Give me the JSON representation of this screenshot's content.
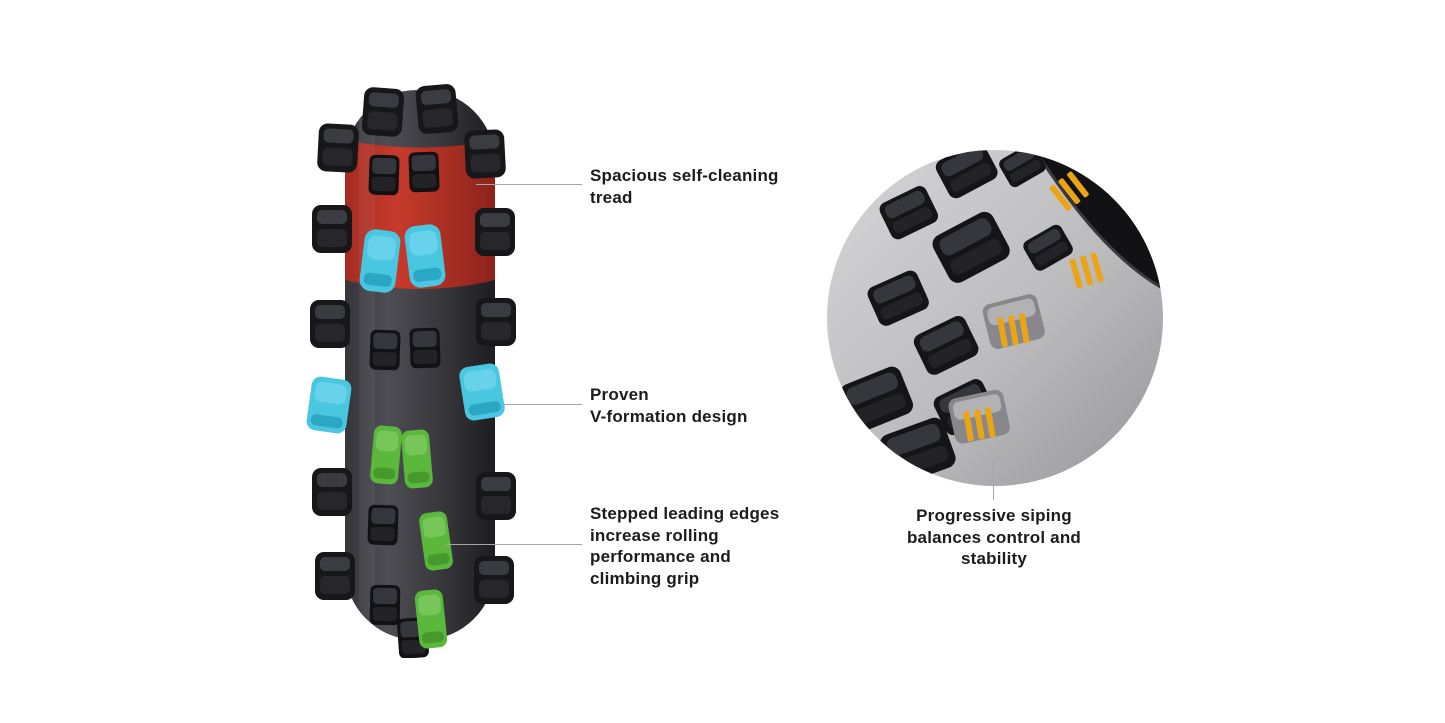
{
  "callouts": [
    {
      "id": "self-cleaning-tread",
      "text": "Spacious self-cleaning\ntread"
    },
    {
      "id": "v-formation-design",
      "text": "Proven\nV-formation design"
    },
    {
      "id": "stepped-leading-edges",
      "text": "Stepped leading edges\nincrease rolling\nperformance and\nclimbing grip"
    },
    {
      "id": "progressive-siping",
      "text": "Progressive siping\nbalances control and\nstability"
    }
  ],
  "colors": {
    "background": "#ffffff",
    "text": "#1c1c1c",
    "callout_line": "#a6a6a6",
    "tire_black": "#1a1a1d",
    "highlight_red": "#c0392b",
    "highlight_cyan": "#49c6e0",
    "highlight_green": "#5cb83d",
    "siping_yellow": "#eba414",
    "detail_gray": "#b9b9bc"
  }
}
